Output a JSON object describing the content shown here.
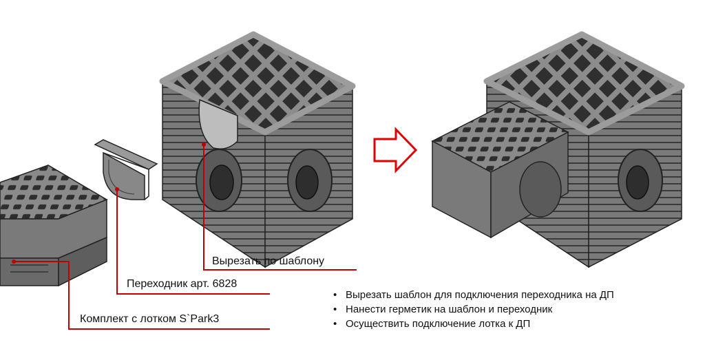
{
  "labels": {
    "cut_template": "Вырезать по шаблону",
    "adapter": "Переходник арт. 6828",
    "kit": "Комплект с лотком S`Park3"
  },
  "steps": [
    "Вырезать шаблон для подключения переходника на ДП",
    "Нанести герметик на шаблон и переходник",
    "Осуществить подключение лотка к ДП"
  ],
  "colors": {
    "leader": "#c00000",
    "arrow": "#e00000",
    "body": "#7d7d7d",
    "top": "#9a9a9a",
    "dark": "#3c3c3c"
  }
}
